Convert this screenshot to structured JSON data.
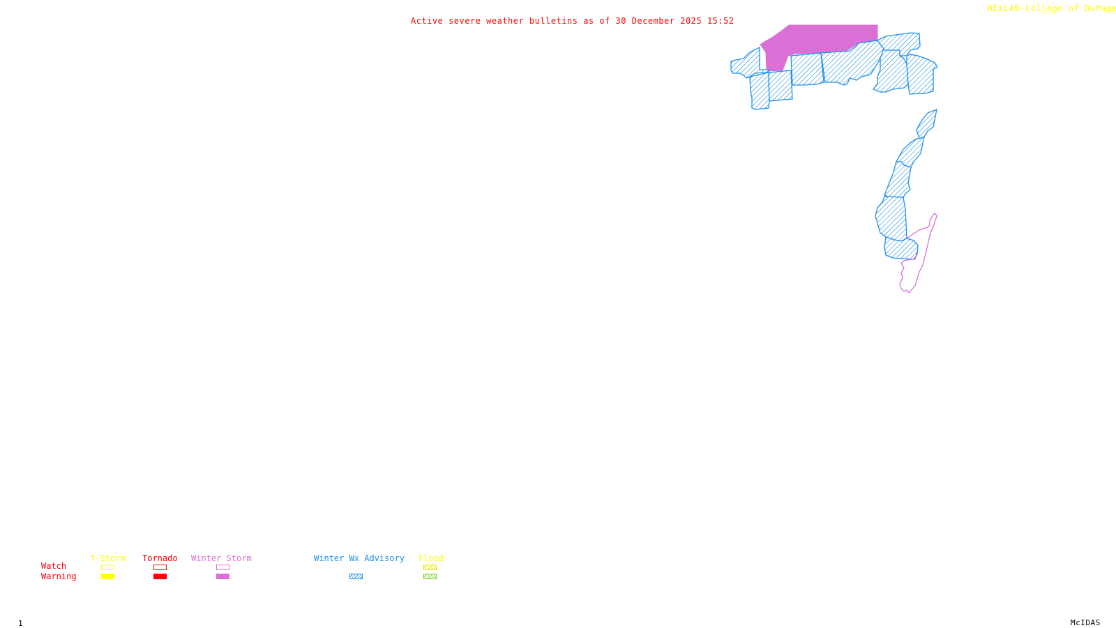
{
  "header": {
    "title": "Active severe weather bulletins as of 30 December 2025 15:52",
    "credit": "NEXLAB-College of DuPage",
    "credit_icon": "nexlab-logo-icon"
  },
  "footer": {
    "frame_number": "1",
    "software": "McIDAS"
  },
  "colors": {
    "title": "#ff0000",
    "credit": "#ffff00",
    "tstorm": "#ffff00",
    "tornado": "#ff0000",
    "winter_storm": "#da70d6",
    "winter_wx_advisory": "#1e90e6",
    "flood_watch": "#e6e600",
    "flood_warning": "#7ccd1c"
  },
  "legend": {
    "rows": {
      "watch": "Watch",
      "warning": "Warning"
    },
    "categories": [
      {
        "label": "T-Storm",
        "watch_style": "outline",
        "warning_style": "solid",
        "color": "#ffff00"
      },
      {
        "label": "Tornado",
        "watch_style": "outline",
        "warning_style": "solid",
        "color": "#ff0000"
      },
      {
        "label": "Winter Storm",
        "watch_style": "outline",
        "warning_style": "solid",
        "color": "#da70d6"
      },
      {
        "label": "Winter Wx Advisory",
        "watch_style": "none",
        "warning_style": "hatched",
        "color": "#1e90e6"
      },
      {
        "label": "Flood",
        "watch_style": "hatched",
        "warning_style": "hatched",
        "color": "#e6e600",
        "warning_color": "#7ccd1c"
      }
    ]
  },
  "map": {
    "areas": [
      {
        "type": "Winter Storm Warning",
        "style": "solid",
        "region": "northern band"
      },
      {
        "type": "Winter Wx Advisory",
        "style": "hatched",
        "region": "northern county band"
      },
      {
        "type": "Winter Wx Advisory",
        "style": "hatched",
        "region": "eastern coastal strip"
      },
      {
        "type": "Winter Storm Watch",
        "style": "outline",
        "region": "southeastern coastal strip"
      }
    ]
  }
}
